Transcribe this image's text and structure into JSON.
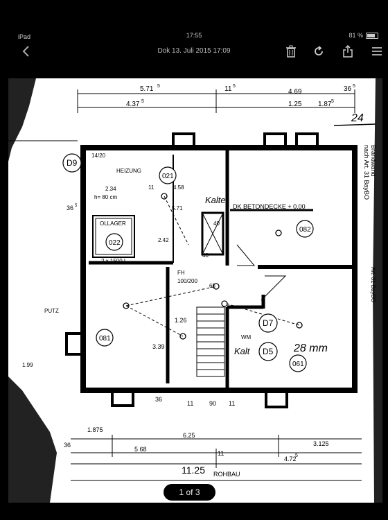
{
  "status": {
    "device": "iPad",
    "time": "17:55",
    "battery": "81 %"
  },
  "nav": {
    "title": "Dok 13. Juli 2015 17:09"
  },
  "icons": {
    "back": "back-chevron-icon",
    "trash": "trash-icon",
    "rotate": "rotate-icon",
    "share": "share-icon",
    "menu": "menu-icon"
  },
  "pager": {
    "label": "1 of 3"
  },
  "plan": {
    "dims": {
      "top_571": "5.71",
      "top_sup5a": "5",
      "top_115": "11",
      "top_sup5b": "5",
      "top_469": "4.69",
      "top_365": "36",
      "top_sup5c": "5",
      "top_4375": "4.37",
      "top_sup5d": "5",
      "top_125": "1.25",
      "top_1875": "1.87",
      "top_sup5e": "5",
      "left_365": "36",
      "left_sup5": "5",
      "bottom_1875": "1.875",
      "bottom_625": "6.25",
      "bottom_3125": "3.125",
      "bottom_568": "5 68",
      "bottom_115": "11",
      "bottom_472": "4.72",
      "bottom_sup5": "5",
      "bottom_365": "36",
      "bottom_1125": "11.25",
      "bottom_rohbau": "ROHBAU",
      "bottom_115b": "11",
      "bottom_90": "90",
      "bottom_115c": "11",
      "bottom_365b": "36"
    },
    "rooms": {
      "r021": "021",
      "r022": "022",
      "r081": "081",
      "r082": "082",
      "r061": "061",
      "d9": "D9",
      "d7": "D7",
      "d5": "D5"
    },
    "labels": {
      "heizung": "HEIZUNG",
      "hcm": "h= 80 cm",
      "dim234": "2.34",
      "dim115": "11",
      "dim458": "4.58",
      "dim571": "5.71",
      "dim242": "2.42",
      "ollager": "OLLAGER",
      "ollager_size": "2 x 1500 L",
      "dim1420": "14/20",
      "betondecke": "DK BETONDECKE + 0.00",
      "brandwand1": "Brandwand",
      "brandwand2": "nach Art. 31 BayBO",
      "fh": "FH",
      "fh_size": "100/200",
      "dim126": "1.26",
      "dim339": "3.39",
      "dim65": "65",
      "wm": "WM",
      "putz": "PUTZ",
      "dim199": "1.99",
      "dim40": "40",
      "dim40b": "40",
      "kalte": "Kalte",
      "kalt2": "Kalt",
      "handnote": "28 mm",
      "page_no": "24",
      "bay_side": "Art. 31 BayBO"
    }
  }
}
